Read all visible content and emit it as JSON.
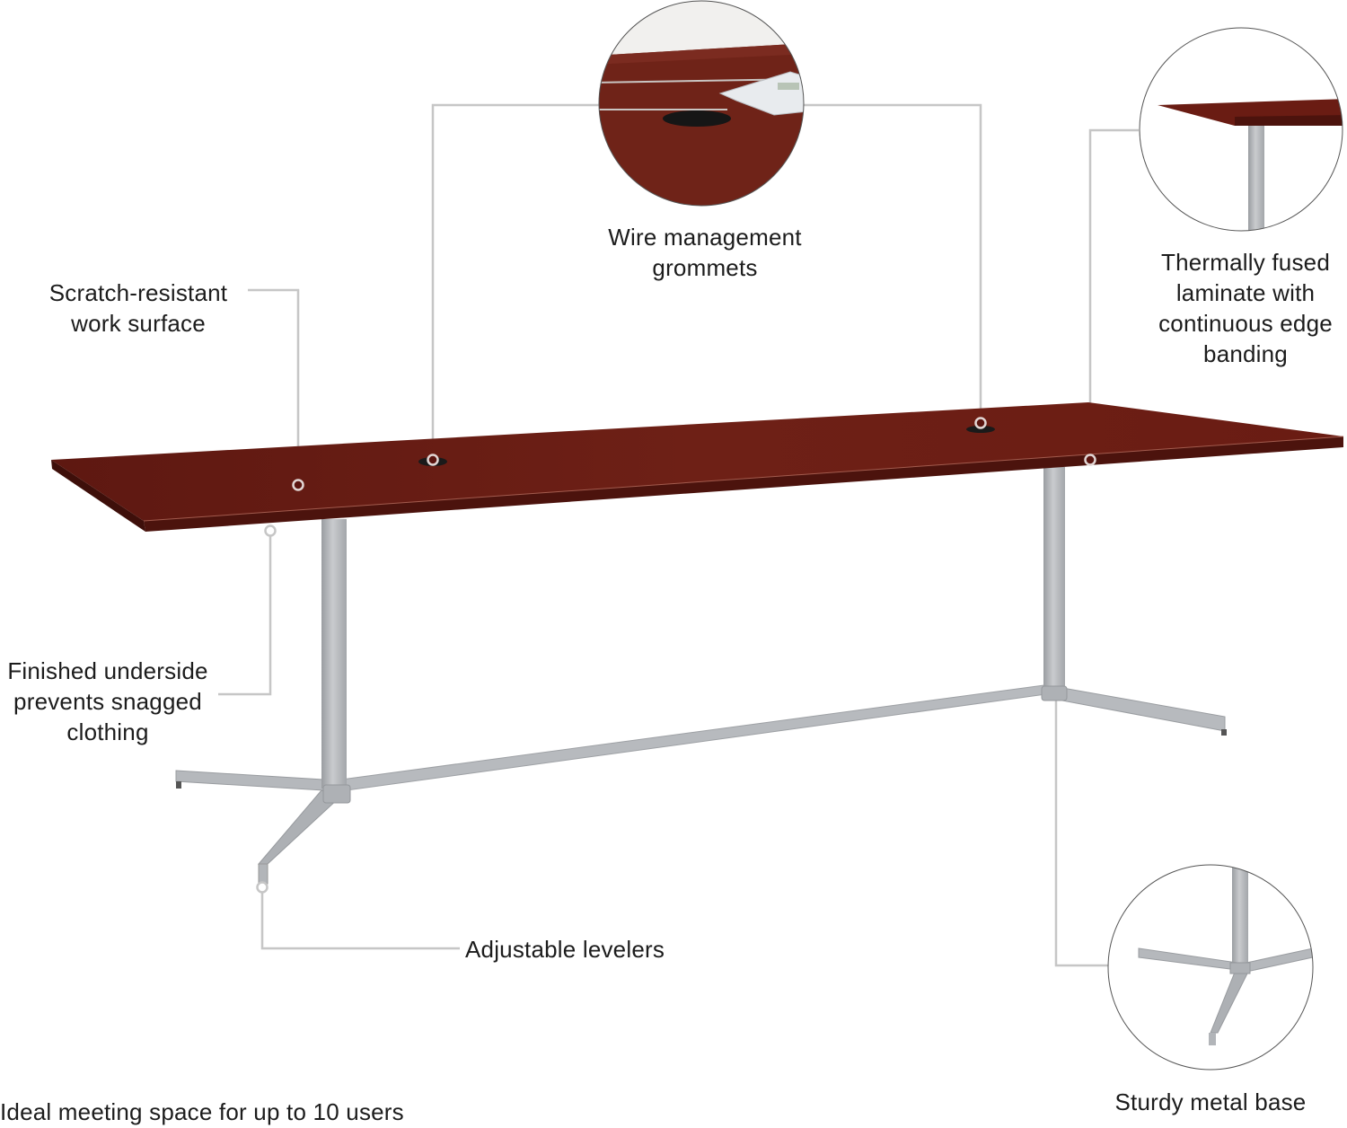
{
  "product": {
    "name": "Conference table infographic",
    "colors": {
      "wood": "#6b1d14",
      "wood_edge": "#4a120c",
      "metal": "#b9bcc0",
      "metal_dark": "#8f9296",
      "leader_line": "#c4c4c4",
      "text": "#1c1c1c"
    }
  },
  "callouts": [
    {
      "id": "wire-grommets",
      "lines": [
        "Wire management",
        "grommets"
      ]
    },
    {
      "id": "thermally-fused",
      "lines": [
        "Thermally fused",
        "laminate with",
        "continuous edge",
        "banding"
      ]
    },
    {
      "id": "scratch-resistant",
      "lines": [
        "Scratch-resistant",
        "work surface"
      ]
    },
    {
      "id": "finished-underside",
      "lines": [
        "Finished underside",
        "prevents snagged",
        "clothing"
      ]
    },
    {
      "id": "adjustable-levelers",
      "lines": [
        "Adjustable levelers"
      ]
    },
    {
      "id": "sturdy-base",
      "lines": [
        "Sturdy metal base"
      ]
    }
  ],
  "footer": {
    "caption": "Ideal meeting space for up to 10 users"
  },
  "detail_circles": [
    {
      "id": "grommet-detail",
      "depicts": "table surface with grommet and conference phone"
    },
    {
      "id": "edge-detail",
      "depicts": "table corner edge banding with leg"
    },
    {
      "id": "base-detail",
      "depicts": "three-prong metal base foot"
    }
  ]
}
